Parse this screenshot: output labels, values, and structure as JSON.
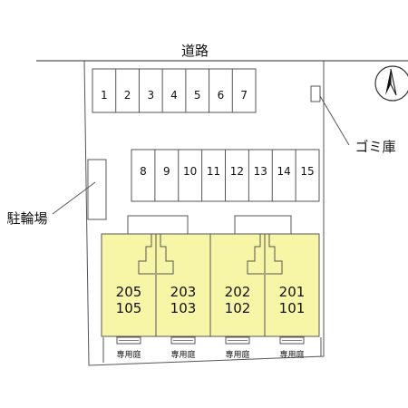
{
  "labels": {
    "road": "道路",
    "garbage": "ゴミ庫",
    "bicycle": "駐輪場",
    "private_garden": "専用庭"
  },
  "parking_top": [
    "1",
    "2",
    "3",
    "4",
    "5",
    "6",
    "7"
  ],
  "parking_middle": [
    "8",
    "9",
    "10",
    "11",
    "12",
    "13",
    "14",
    "15"
  ],
  "units": [
    {
      "upper": "205",
      "lower": "105"
    },
    {
      "upper": "203",
      "lower": "103"
    },
    {
      "upper": "202",
      "lower": "102"
    },
    {
      "upper": "201",
      "lower": "101"
    }
  ],
  "colors": {
    "unit_fill": "#f7f5a6",
    "line": "#555555"
  },
  "icons": {
    "compass": "north-arrow-icon"
  }
}
